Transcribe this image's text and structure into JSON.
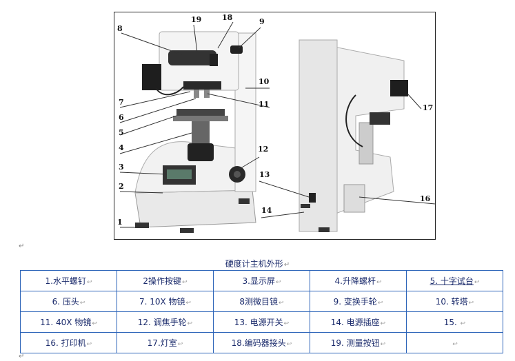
{
  "figure": {
    "callouts": [
      "8",
      "19",
      "18",
      "9",
      "10",
      "7",
      "11",
      "6",
      "5",
      "4",
      "12",
      "3",
      "13",
      "2",
      "14",
      "16",
      "1",
      "17"
    ]
  },
  "caption": "硬度计主机外形",
  "para_mark": "↵",
  "cell_mark": "↩",
  "table": {
    "rows": [
      [
        "1.水平螺钉",
        "2操作按键",
        "3.显示屏",
        "4.升降螺杆",
        "5.  十字试台"
      ],
      [
        "6.  压头",
        "7.  10X 物镜",
        "8测微目镜",
        "9.  变换手轮",
        "10.  转塔"
      ],
      [
        "11.  40X 物镜",
        "12.  调焦手轮",
        "13.  电源开关",
        "14.  电源插座",
        "15. "
      ],
      [
        "16.  打印机",
        "17.灯室",
        "18.编码器接头",
        "19.  测量按钮",
        ""
      ]
    ]
  }
}
